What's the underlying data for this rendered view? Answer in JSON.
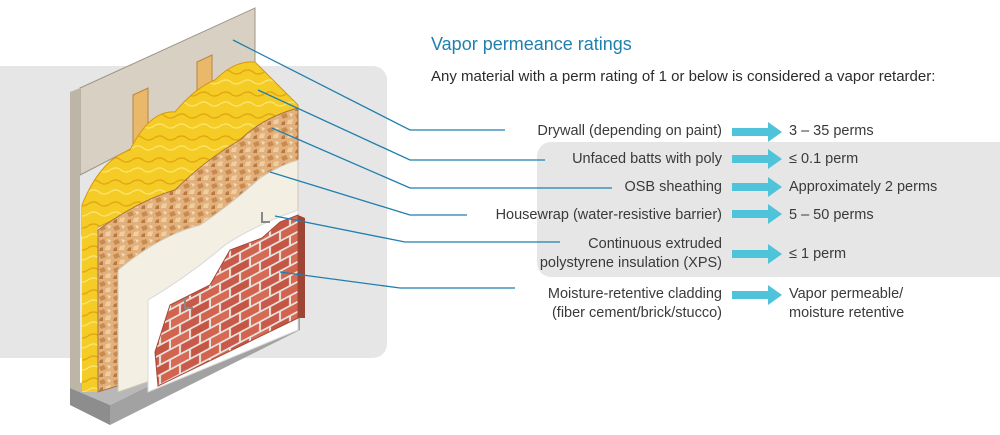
{
  "title": "Vapor permeance ratings",
  "subtitle": "Any material with a perm rating of 1 or below is considered a vapor retarder:",
  "layers": [
    {
      "label": [
        "Drywall (depending on paint)"
      ],
      "value": [
        "3 – 35 perms"
      ],
      "layer_icon": "drywall-layer"
    },
    {
      "label": [
        "Unfaced batts with poly"
      ],
      "value": [
        "≤ 0.1 perm"
      ],
      "layer_icon": "insulation-batt-layer"
    },
    {
      "label": [
        "OSB sheathing"
      ],
      "value": [
        "Approximately 2 perms"
      ],
      "layer_icon": "osb-layer"
    },
    {
      "label": [
        "Housewrap (water-resistive barrier)"
      ],
      "value": [
        "5 – 50 perms"
      ],
      "layer_icon": "housewrap-layer"
    },
    {
      "label": [
        "Continuous extruded",
        "polystyrene insulation (XPS)"
      ],
      "value": [
        "≤ 1 perm"
      ],
      "layer_icon": "xps-foam-layer"
    },
    {
      "label": [
        "Moisture-retentive cladding",
        "(fiber cement/brick/stucco)"
      ],
      "value": [
        "Vapor permeable/",
        "moisture retentive"
      ],
      "layer_icon": "brick-cladding-layer"
    }
  ],
  "colors": {
    "accent_blue": "#1f7fae",
    "arrow_cyan": "#4fc3d9",
    "panel_gray": "#e6e6e6",
    "insulation_yellow": "#f2c81e",
    "osb_tan": "#d9a36a",
    "brick_red": "#c9594a"
  }
}
